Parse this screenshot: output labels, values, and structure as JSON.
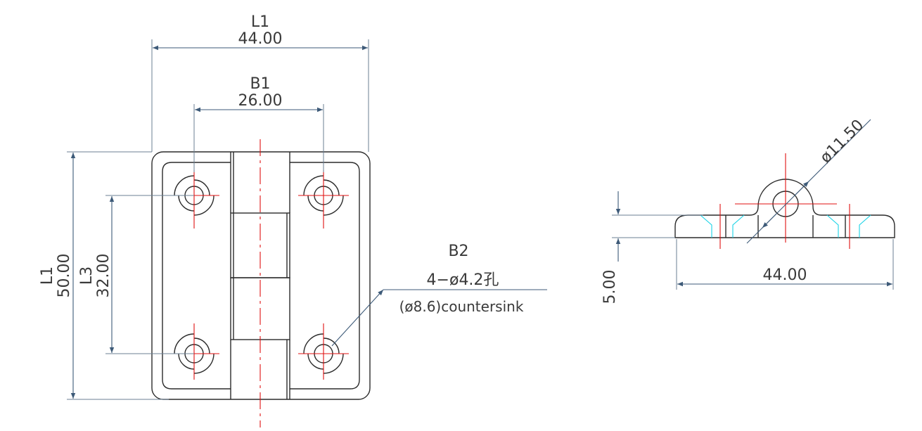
{
  "front_view": {
    "width_dim": {
      "label": "L1",
      "value": "44.00"
    },
    "hole_spacing_dim": {
      "label": "B1",
      "value": "26.00"
    },
    "height_dim": {
      "label": "L1",
      "value": "50.00"
    },
    "vertical_hole_spacing_dim": {
      "label": "L3",
      "value": "32.00"
    },
    "hole_callout": {
      "label": "B2",
      "line1": "4−ø4.2孔",
      "line2": "(ø8.6)countersink"
    }
  },
  "side_view": {
    "knuckle_diameter": "ø11.50",
    "thickness": "5.00",
    "width": "44.00"
  },
  "colors": {
    "outline": "#2b2b2b",
    "dimension": "#3d5a78",
    "centerline": "#e01010",
    "hidden": "#19d3e6"
  }
}
